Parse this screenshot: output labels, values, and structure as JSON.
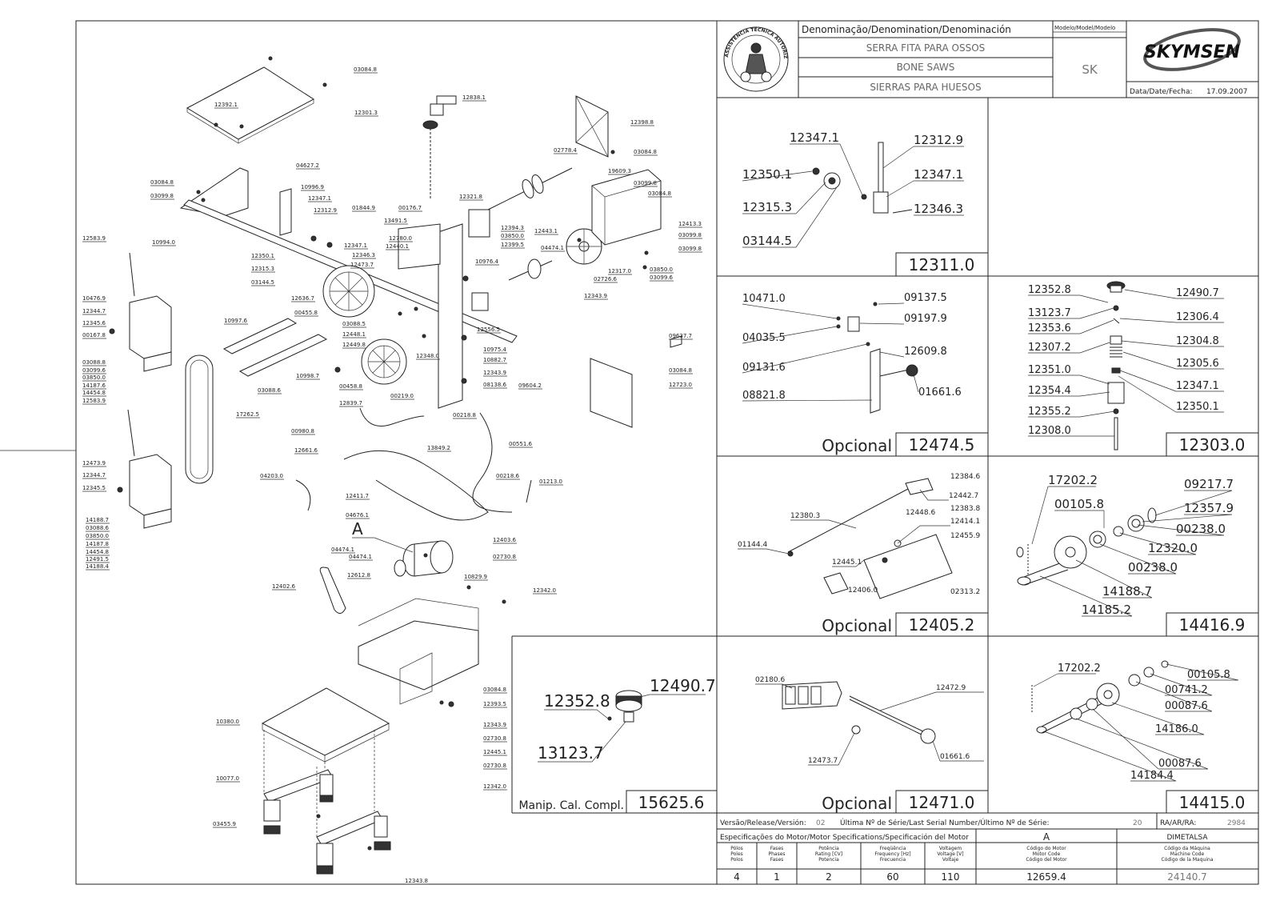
{
  "header": {
    "title_denomination": "Denominação/Denomination/Denominación",
    "model_header": "Modelo/Model/Modelo",
    "name_pt": "SERRA FITA PARA OSSOS",
    "name_en": "BONE SAWS",
    "name_es": "SIERRAS PARA HUESOS",
    "model": "SK",
    "brand": "SKYMSEN",
    "date_label": "Data/Date/Fecha:",
    "date": "17.09.2007",
    "seal_text": "ASSISTÊNCIA TÉCNICA AUTORIZADA"
  },
  "boxes": [
    {
      "id": "12311.0",
      "code": "12311.0",
      "optional": "",
      "labels": [
        "12347.1",
        "12312.9",
        "12350.1",
        "12347.1",
        "12315.3",
        "12346.3",
        "03144.5"
      ]
    },
    {
      "id": "12474.5",
      "code": "12474.5",
      "optional": "Opcional",
      "labels": [
        "10471.0",
        "09137.5",
        "09197.9",
        "04035.5",
        "12609.8",
        "09131.6",
        "01661.6",
        "08821.8"
      ]
    },
    {
      "id": "12303.0",
      "code": "12303.0",
      "optional": "",
      "labels": [
        "12352.8",
        "12490.7",
        "13123.7",
        "12306.4",
        "12353.6",
        "12304.8",
        "12307.2",
        "12305.6",
        "12351.0",
        "12347.1",
        "12354.4",
        "12350.1",
        "12355.2",
        "12308.0"
      ]
    },
    {
      "id": "12405.2",
      "code": "12405.2",
      "optional": "Opcional",
      "labels": [
        "12384.6",
        "12442.7",
        "12383.8",
        "12380.3",
        "12448.6",
        "12414.1",
        "12455.9",
        "01144.4",
        "12445.1",
        "12406.0",
        "02313.2"
      ]
    },
    {
      "id": "14416.9",
      "code": "14416.9",
      "optional": "",
      "labels": [
        "17202.2",
        "09217.7",
        "00105.8",
        "12357.9",
        "00238.0",
        "12320.0",
        "00238.0",
        "14188.7",
        "14185.2"
      ]
    },
    {
      "id": "15625.6",
      "code": "15625.6",
      "optional": "Manip. Cal. Compl.",
      "labels": [
        "12352.8",
        "12490.7",
        "13123.7"
      ]
    },
    {
      "id": "12471.0",
      "code": "12471.0",
      "optional": "Opcional",
      "labels": [
        "02180.6",
        "12472.9",
        "12473.7",
        "01661.6"
      ]
    },
    {
      "id": "14415.0",
      "code": "14415.0",
      "optional": "",
      "labels": [
        "17202.2",
        "00105.8",
        "00741.2",
        "00087.6",
        "14186.0",
        "00087.6",
        "14184.4"
      ]
    }
  ],
  "main_labels": [
    "03084.8",
    "12392.1",
    "12301.3",
    "12838.1",
    "12398.8",
    "02778.4",
    "03084.8",
    "03084.8",
    "03099.8",
    "10994.0",
    "04627.2",
    "10996.9",
    "12347.1",
    "12312.9",
    "01844.9",
    "13491.5",
    "12780.0",
    "00176.7",
    "12321.8",
    "19609.3",
    "03099.8",
    "03084.8",
    "12394.3",
    "03850.0",
    "12399.5",
    "12443.1",
    "04474.1",
    "12413.3",
    "03099.8",
    "03099.8",
    "12583.9",
    "12350.1",
    "12347.1",
    "12346.3",
    "12440.1",
    "12315.3",
    "12473.7",
    "10976.4",
    "12317.0",
    "02726.6",
    "03850.0",
    "03099.6",
    "03144.5",
    "12636.7",
    "12343.9",
    "12556.5",
    "10476.9",
    "12344.7",
    "12345.6",
    "00167.8",
    "03088.8",
    "03099.6",
    "03850.0",
    "14187.6",
    "14454.8",
    "00455.8",
    "03088.5",
    "12448.1",
    "12449.8",
    "10997.6",
    "10998.7",
    "03088.6",
    "10975.4",
    "10882.7",
    "12343.9",
    "08138.6",
    "12348.0",
    "09637.7",
    "03084.8",
    "12723.0",
    "12583.9",
    "00458.8",
    "12839.7",
    "00219.0",
    "09604.2",
    "00218.8",
    "17262.5",
    "12473.9",
    "12344.7",
    "12345.5",
    "00980.8",
    "12661.6",
    "13849.2",
    "00551.6",
    "00218.6",
    "01213.0",
    "04203.0",
    "12411.7",
    "04676.1",
    "04474.1",
    "12403.6",
    "02730.8",
    "14188.7",
    "03088.6",
    "03850.0",
    "14187.8",
    "14454.8",
    "12491.5",
    "14188.4",
    "04474.1",
    "12612.8",
    "10829.9",
    "12402.6",
    "12342.0",
    "03084.8",
    "12393.5",
    "12343.9",
    "02730.8",
    "12445.1",
    "02730.8",
    "12342.0",
    "10380.0",
    "10077.0",
    "03455.9",
    "12343.8"
  ],
  "callout_A": "A",
  "footer": {
    "version_label": "Versão/Release/Versión:",
    "version": "02",
    "serial_label": "Última Nº de Série/Last Serial Number/Último Nº de Série:",
    "serial": "20",
    "ra_label": "RA/AR/RA:",
    "ra": "2984",
    "motor_spec_title": "Especificações do Motor/Motor Specifications/Specificación del Motor",
    "motor_letter": "A",
    "motor_brand": "DIMETALSA",
    "col_poles": [
      "Pólos",
      "Poles",
      "Polos"
    ],
    "col_phases": [
      "Fases",
      "Phases",
      "Fases"
    ],
    "col_power": [
      "Potência",
      "Rating [CV]",
      "Potencia"
    ],
    "col_freq": [
      "Freqüência",
      "Frequency [Hz]",
      "Frecuencia"
    ],
    "col_voltage": [
      "Voltagem",
      "Voltage [V]",
      "Voltaje"
    ],
    "col_motor_code": [
      "Código do Motor",
      "Motor Code",
      "Código del Motor"
    ],
    "col_machine_code": [
      "Código da Máquina",
      "Machine Code",
      "Código de la Maquina"
    ],
    "poles": "4",
    "phases": "1",
    "power": "2",
    "freq": "60",
    "voltage": "110",
    "motor_code": "12659.4",
    "machine_code": "24140.7"
  }
}
